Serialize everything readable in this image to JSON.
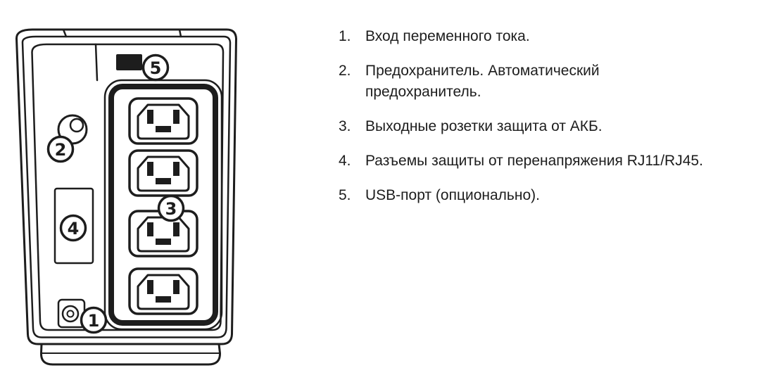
{
  "colors": {
    "line": "#1d1d1d",
    "text": "#1d1d1d",
    "background": "#ffffff"
  },
  "diagram": {
    "callout_labels": [
      "1",
      "2",
      "3",
      "4",
      "5"
    ],
    "parts": [
      "ac-input-socket",
      "fuse-breaker",
      "battery-protected-outlets",
      "rj11-rj45-surge-ports",
      "usb-port"
    ]
  },
  "legend": {
    "items": [
      {
        "num": "1.",
        "text": "Вход переменного тока."
      },
      {
        "num": "2.",
        "text": "Предохранитель. Автоматический\nпредохранитель."
      },
      {
        "num": "3.",
        "text": "Выходные розетки защита от АКБ."
      },
      {
        "num": "4.",
        "text": "Разъемы защиты от перенапряжения RJ11/RJ45."
      },
      {
        "num": "5.",
        "text": "USB-порт (опционально)."
      }
    ]
  }
}
